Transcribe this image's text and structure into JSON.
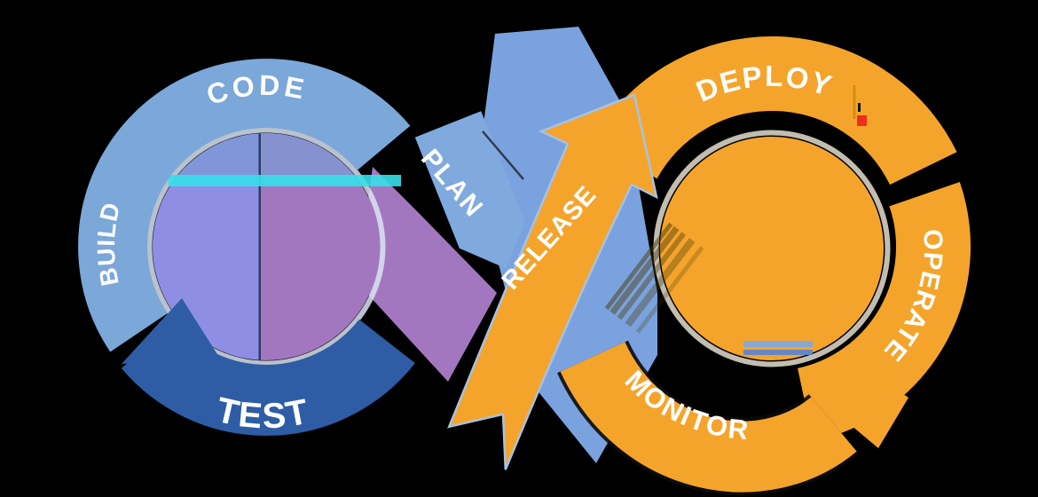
{
  "background": "#000000",
  "colors": {
    "light_blue": "#7BA7D9",
    "plan_blue": "#80AADE",
    "cross_blue": "#7AA2DE",
    "dark_blue": "#2E5DA6",
    "orange": "#F5A42B",
    "periwinkle": "#8E8FE4",
    "mauve": "#A377BF",
    "hole_top": "#7E97D4",
    "divider_navy": "#2B3C66",
    "ring_left": "#D9E4F1",
    "ring_right": "#F2ECDD",
    "cyan_streak": "#35E0EA",
    "red_square": "#EE2D1E",
    "stripe_light": "#7FA9DC",
    "stripe_dark": "#5E86CC",
    "crease_dark": "#16161F",
    "shadow_streak": "#4A3C08",
    "release_fringe": "#A6C2E4",
    "label_text": "#FFFFFF"
  },
  "stages": {
    "plan": {
      "label": "PLAN"
    },
    "code": {
      "label": "CODE"
    },
    "build": {
      "label": "BUILD"
    },
    "test": {
      "label": "TEST"
    },
    "release": {
      "label": "RELEASE"
    },
    "deploy": {
      "label": "DEPLOY"
    },
    "operate": {
      "label": "OPERATE"
    },
    "monitor": {
      "label": "MONITOR"
    }
  }
}
